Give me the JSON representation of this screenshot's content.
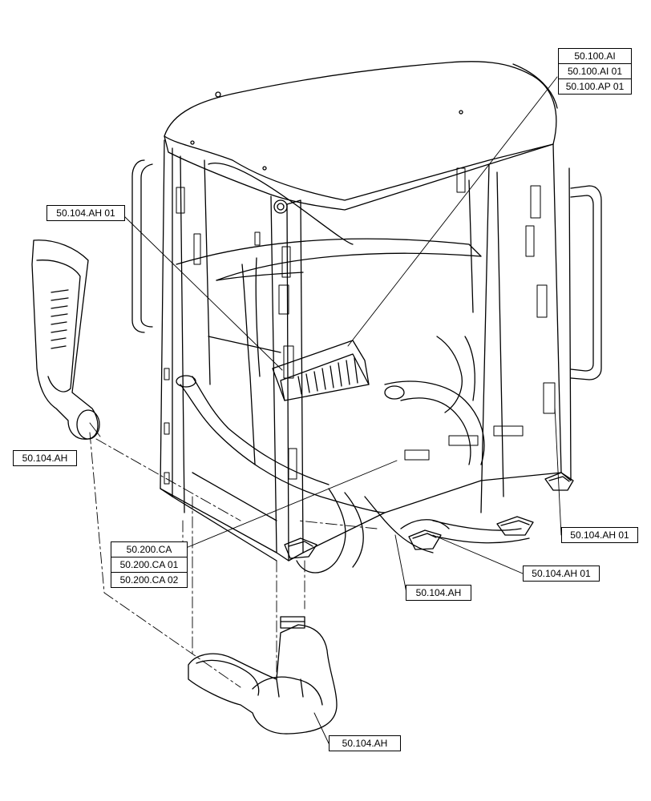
{
  "callouts": {
    "ai_group": [
      "50.100.AI",
      "50.100.AI 01",
      "50.100.AP 01"
    ],
    "ah01_left": [
      "50.104.AH 01"
    ],
    "ah_left": [
      "50.104.AH"
    ],
    "ca_group": [
      "50.200.CA",
      "50.200.CA 01",
      "50.200.CA 02"
    ],
    "ah01_right": [
      "50.104.AH 01"
    ],
    "ah01_bottom_right": [
      "50.104.AH 01"
    ],
    "ah_center": [
      "50.104.AH"
    ],
    "ah_bottom": [
      "50.104.AH"
    ]
  }
}
